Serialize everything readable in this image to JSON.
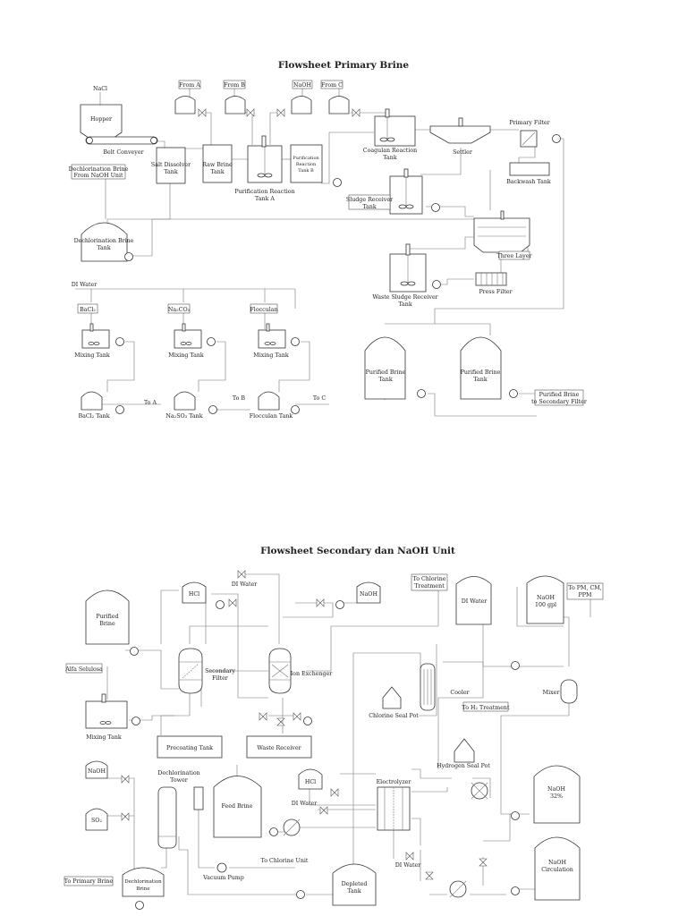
{
  "titles": {
    "primary": "Flowsheet Primary Brine",
    "secondary": "Flowsheet Secondary dan NaOH Unit"
  },
  "primary_labels": {
    "nacl": "NaCl",
    "hopper": "Hopper",
    "belt_conveyor": "Belt Conveyer",
    "from_a": "From A",
    "from_b": "From B",
    "naoh": "NaOH",
    "from_c": "From C",
    "salt_dissolver_1": "Salt Dissolver",
    "salt_dissolver_2": "Tank",
    "raw_brine_1": "Raw Brine",
    "raw_brine_2": "Tank",
    "purif_a_1": "Purification Reaction",
    "purif_a_2": "Tank A",
    "purif_b_1": "Purification",
    "purif_b_2": "Reaction",
    "purif_b_3": "Tank B",
    "coagulan_1": "Coagulan Reaction",
    "coagulan_2": "Tank",
    "settler": "Settler",
    "primary_filter": "Primary Filter",
    "backwash": "Backwash Tank",
    "dechlor_from_1": "Dechlorination Brine",
    "dechlor_from_2": "From NaOH Unit",
    "dechlor_tank_1": "Dechlorination Brine",
    "dechlor_tank_2": "Tank",
    "sludge_rcv_1": "Sludge Receiver",
    "sludge_rcv_2": "Tank",
    "three_layer": "Three Layer",
    "waste_sludge_1": "Waste Sludge Receiver",
    "waste_sludge_2": "Tank",
    "press_filter": "Press Filter",
    "di_water": "DI Water",
    "bacl2_in": "BaCl₂",
    "na2co3_in": "Na₂CO₃",
    "flocculant_in": "Flocculan",
    "mixing_tank_1": "Mixing Tank",
    "mixing_tank_2": "Mixing Tank",
    "mixing_tank_3": "Mixing Tank",
    "bacl2_tank": "BaCl₂ Tank",
    "na2so3_tank": "Na₂SO₃ Tank",
    "flocculan_tank": "Flocculan Tank",
    "to_a": "To A",
    "to_b": "To B",
    "to_c": "To C",
    "purified_brine_1_a": "Purified Brine",
    "purified_brine_1_b": "Tank",
    "purified_brine_2_a": "Purified Brine",
    "purified_brine_2_b": "Tank",
    "to_secondary_1": "Purified Brine",
    "to_secondary_2": "to Secondary Filter"
  },
  "secondary_labels": {
    "purified_1": "Purified",
    "purified_2": "Brine",
    "hcl_top": "HCl",
    "di_water_top": "DI Water",
    "naoh_top": "NaOH",
    "to_chlorine_1": "To Chlorine",
    "to_chlorine_2": "Treatment",
    "di_water_tank": "DI Water",
    "naoh100_1": "NaOH",
    "naoh100_2": "100 gpl",
    "to_pm_1": "To PM, CM,",
    "to_pm_2": "PPM",
    "alfa": "Alfa Selulosa",
    "secondary_filter_1": "Secondary",
    "secondary_filter_2": "Filter",
    "ion_exchanger": "Ion Exchenger",
    "cooler": "Cooler",
    "chlorine_seal": "Chlorine Seal Pot",
    "mixer": "Mixer",
    "to_h2": "To H₂ Treatment",
    "mixing_tank": "Mixing Tank",
    "precoating": "Precoating Tank",
    "waste_receiver": "Waste Receiver",
    "hydrogen_seal": "Hydrogen Seal Pot",
    "naoh_small": "NaOH",
    "dechlor_tower_1": "Dechlorination",
    "dechlor_tower_2": "Tower",
    "hcl_mid": "HCl",
    "electrolyzer": "Electrolyzer",
    "naoh32_1": "NaOH",
    "naoh32_2": "32%",
    "so2": "SO₂",
    "feed_brine": "Feed Brine",
    "di_water_mid": "DI Water",
    "to_chlorine_unit": "To Chlorine Unit",
    "vacuum_pump": "Vacuum Pump",
    "di_water_low": "DI Water",
    "naohcirc_1": "NaOH",
    "naohcirc_2": "Circulation",
    "to_primary": "To Primary Brine",
    "dechlor_brine_1": "Dechlorination",
    "dechlor_brine_2": "Brine",
    "depleted_1": "Depleted",
    "depleted_2": "Tank"
  }
}
